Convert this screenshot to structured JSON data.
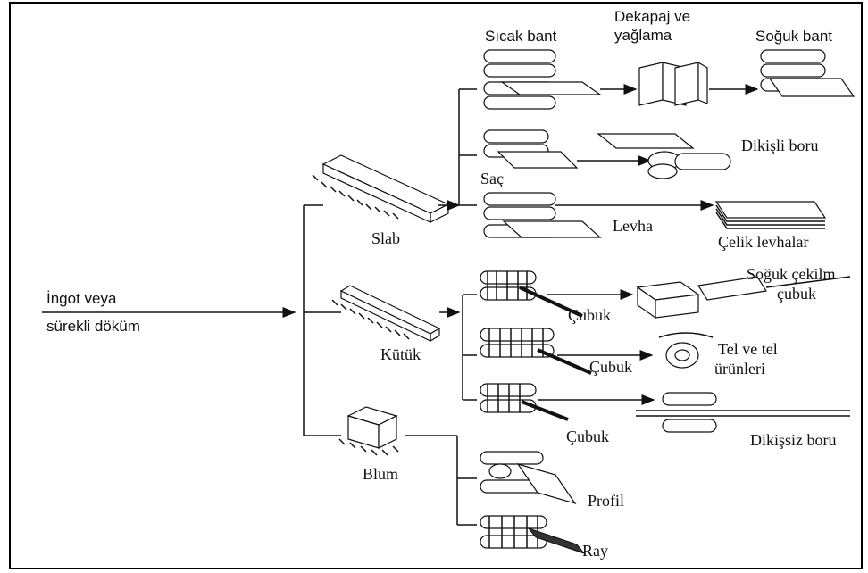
{
  "input": {
    "line1": "İngot veya",
    "line2": "sürekli döküm"
  },
  "semi_products": {
    "slab": "Slab",
    "billet": "Kütük",
    "bloom": "Blum"
  },
  "slab_branch": {
    "hot_strip": "Sıcak bant",
    "pickling_line1": "Dekapaj ve",
    "pickling_line2": "yağlama",
    "cold_strip": "Soğuk bant",
    "welded_pipe": "Dikişli boru",
    "sheet": "Saç",
    "plate": "Levha",
    "steel_plates": "Çelik levhalar"
  },
  "billet_branch": {
    "bar_1": "Çubuk",
    "cold_drawn_line1": "Soğuk çekilm",
    "cold_drawn_line2": "çubuk",
    "bar_2": "Çubuk",
    "wire_line1": "Tel ve tel",
    "wire_line2": "ürünleri",
    "bar_3": "Çubuk",
    "seamless_pipe": "Dikişsiz boru"
  },
  "bloom_branch": {
    "profile": "Profil",
    "rail": "Ray"
  }
}
